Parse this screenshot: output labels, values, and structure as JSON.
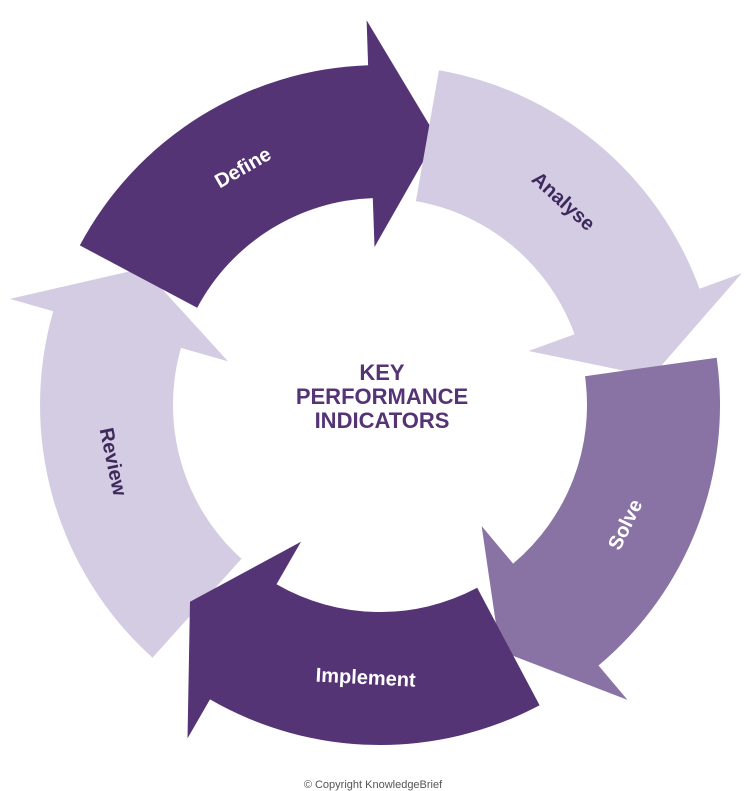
{
  "center_title": {
    "line1": "KEY",
    "line2": "PERFORMANCE",
    "line3": "INDICATORS"
  },
  "segments": [
    {
      "label": "Define",
      "fill": "#553476",
      "text_color": "#ffffff"
    },
    {
      "label": "Analyse",
      "fill": "#d4cce3",
      "text_color": "#3d2a5c"
    },
    {
      "label": "Solve",
      "fill": "#8873a4",
      "text_color": "#ffffff"
    },
    {
      "label": "Implement",
      "fill": "#553476",
      "text_color": "#ffffff"
    },
    {
      "label": "Review",
      "fill": "#d4cce3",
      "text_color": "#3d2a5c"
    }
  ],
  "colors": {
    "title": "#553476",
    "copyright": "#555555"
  },
  "copyright": "© Copyright KnowledgeBrief"
}
